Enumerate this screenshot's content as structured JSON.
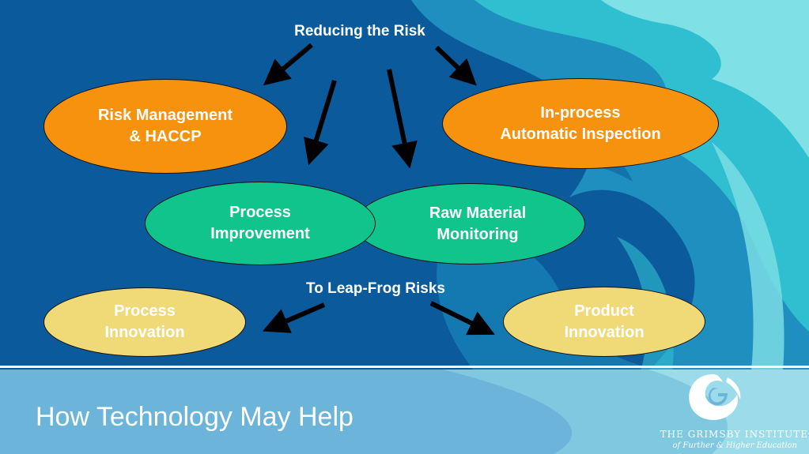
{
  "colors": {
    "background": "#0a5a9c",
    "wave_light": "#2fbfd0",
    "wave_pale": "#7fe0e6",
    "orange": "#f7920f",
    "teal": "#10c48c",
    "sand": "#f0da78",
    "footer": "#6cb4da"
  },
  "header_top": "Reducing the Risk",
  "header_bottom": "To Leap-Frog Risks",
  "nodes": {
    "risk_management": "Risk Management\n& HACCP",
    "inprocess_inspection": "In-process\nAutomatic Inspection",
    "process_improvement": "Process\nImprovement",
    "raw_material": "Raw Material\nMonitoring",
    "process_innovation": "Process\nInnovation",
    "product_innovation": "Product\nInnovation"
  },
  "footer": {
    "title": "How Technology May Help",
    "logo_name": "THE GRIMSBY INSTITUTE",
    "logo_subtitle": "of Further & Higher Education"
  }
}
